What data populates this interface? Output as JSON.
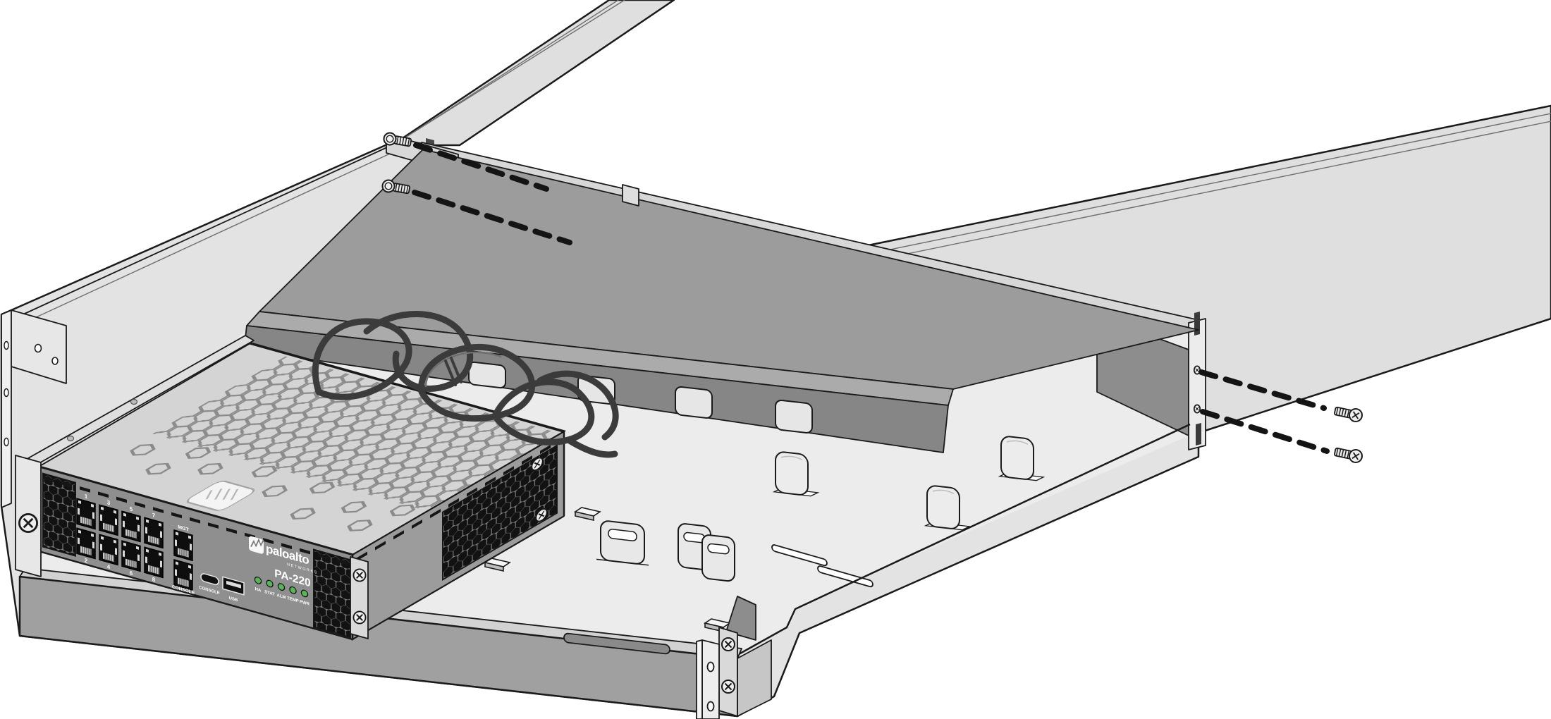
{
  "device": {
    "brand": "paloalto",
    "brand_suffix": "NETWORKS",
    "model": "PA-220",
    "port_labels_top": [
      "1",
      "3",
      "5",
      "7"
    ],
    "port_labels_bottom": [
      "2",
      "4",
      "6",
      "8"
    ],
    "mgt_port_label": "MGT",
    "console_rj45_label": "CONSOLE",
    "console_micro_label": "CONSOLE",
    "usb_label": "USB",
    "led_labels": [
      "HA",
      "STAT",
      "ALM",
      "TEMP",
      "PWR"
    ]
  },
  "hardware": {
    "left_screw_count": 2,
    "right_screw_count": 2
  },
  "colors": {
    "background": "#ffffff",
    "outline": "#1a1a1a",
    "chassis_top": "#d4d4d4",
    "front_panel": "#8f8f8f",
    "tray_cover": "#9c9c9c",
    "tray_floor": "#ececec",
    "cable": "#3b3b3b",
    "led_green": "#57b457"
  }
}
